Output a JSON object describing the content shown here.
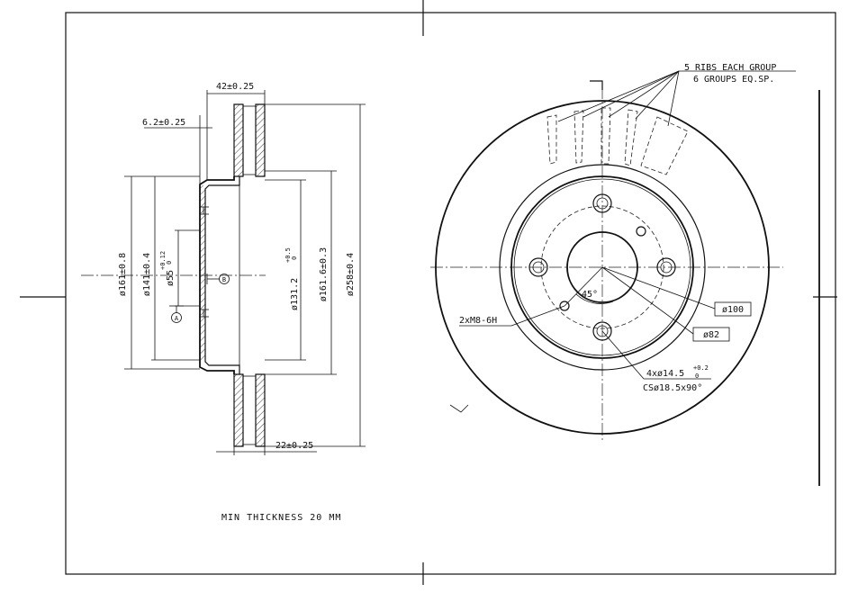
{
  "dimensions": {
    "width_42": "42±0.25",
    "hub_6_2": "6.2±0.25",
    "dia_161": "ø161±0.8",
    "dia_141": "ø141±0.4",
    "dia_55": "ø55",
    "dia_55_tol_upper": "+0.12",
    "dia_55_tol_lower": "0",
    "dia_131": "ø131.2",
    "dia_131_tol_upper": "+0.5",
    "dia_131_tol_lower": "0",
    "dia_161_6": "ø161.6±0.3",
    "dia_258": "ø258±0.4",
    "thick_22": "22±0.25"
  },
  "datums": {
    "a": "A",
    "b": "B"
  },
  "notes": {
    "ribs_line1": "5 RIBS EACH GROUP",
    "ribs_line2": "6 GROUPS EQ.SP.",
    "thread": "2xM8-6H",
    "pcd": "ø100",
    "bore": "ø82",
    "holes": "4xø14.5",
    "holes_tol_upper": "+0.2",
    "holes_tol_lower": "0",
    "countersink": "CSø18.5x90°",
    "angle": "45°",
    "min_thickness": "MIN THICKNESS 20 MM"
  }
}
